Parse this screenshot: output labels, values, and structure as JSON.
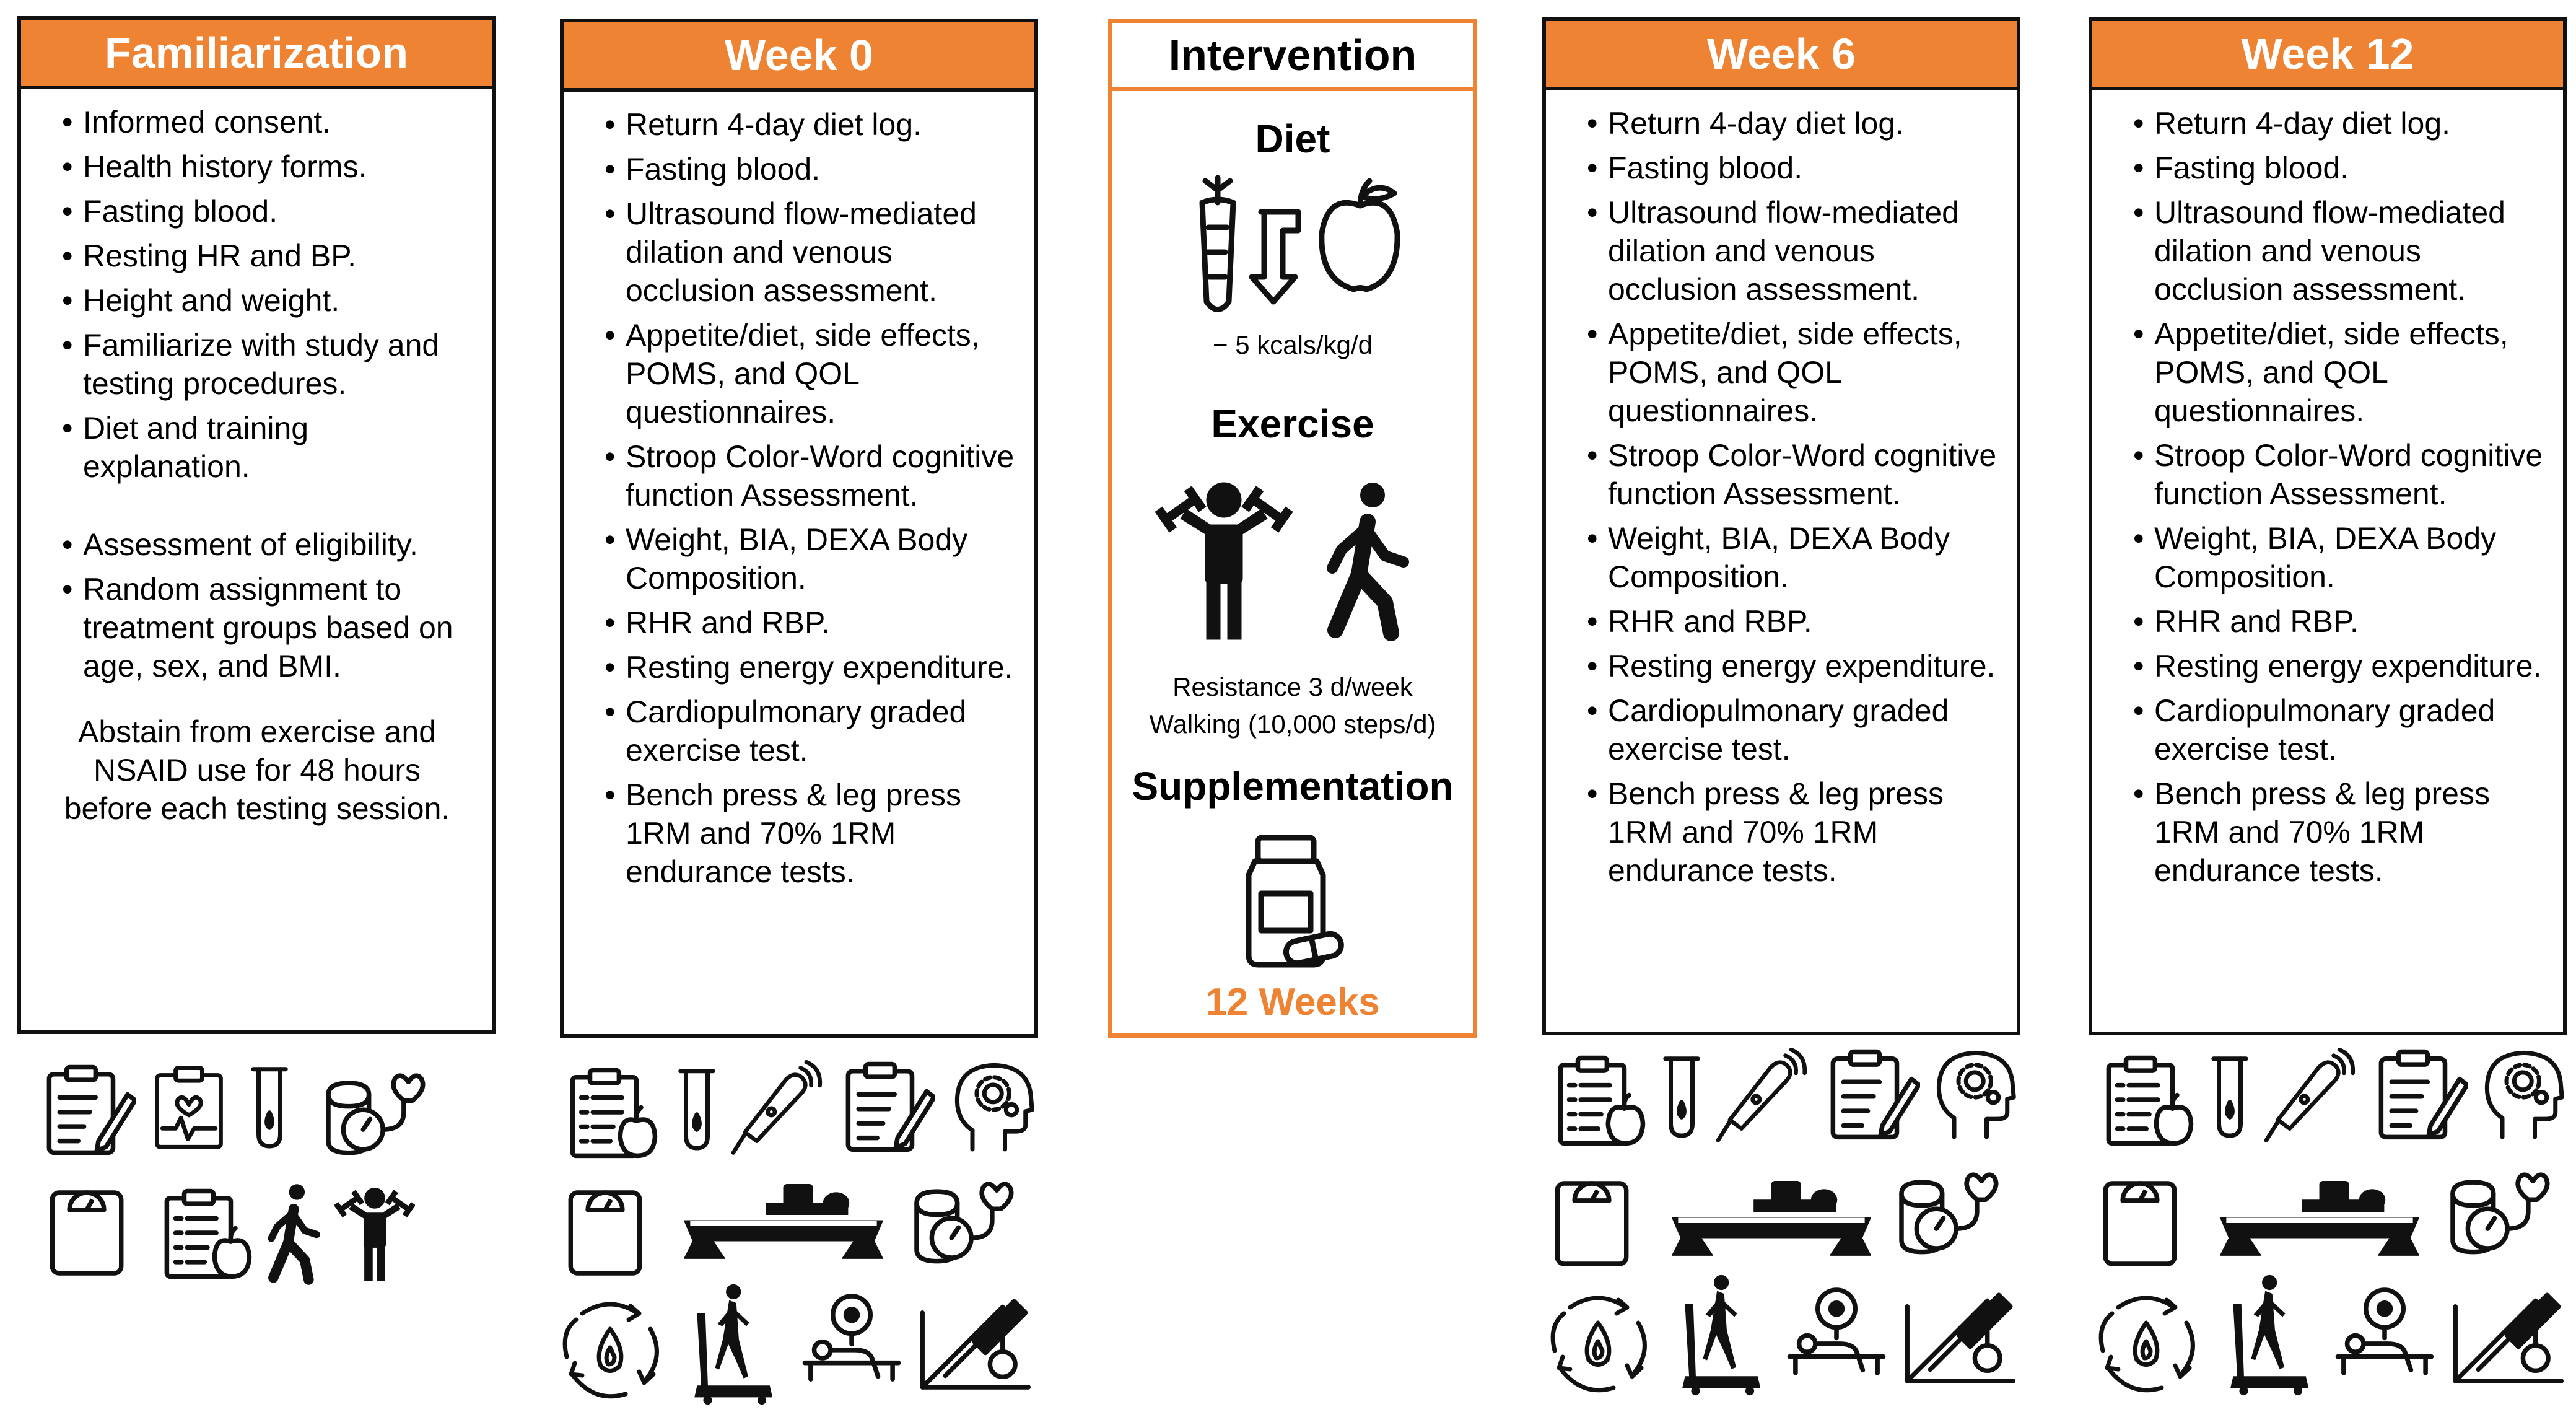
{
  "familiarization": {
    "title": "Familiarization",
    "items": [
      "Informed consent.",
      "Health history forms.",
      "Fasting blood.",
      "Resting HR and BP.",
      "Height and weight.",
      "Familiarize with study and testing procedures.",
      "Diet and training explanation."
    ],
    "items2": [
      "Assessment of eligibility.",
      "Random assignment to treatment groups based on age, sex, and BMI."
    ],
    "note": "Abstain from exercise and NSAID use for 48 hours before each testing session."
  },
  "week0": {
    "title": "Week 0",
    "items": [
      "Return 4-day diet log.",
      "Fasting blood.",
      "Ultrasound flow-mediated dilation and venous occlusion assessment.",
      "Appetite/diet, side effects, POMS, and QOL questionnaires.",
      "Stroop Color-Word cognitive function Assessment.",
      "Weight, BIA, DEXA Body Composition.",
      "RHR and RBP.",
      "Resting energy expenditure.",
      "Cardiopulmonary graded exercise test.",
      "Bench press & leg press 1RM and 70% 1RM endurance tests."
    ]
  },
  "intervention": {
    "title": "Intervention",
    "diet_label": "Diet",
    "diet_text": "− 5 kcals/kg/d",
    "exercise_label": "Exercise",
    "exercise_text1": "Resistance 3 d/week",
    "exercise_text2": "Walking (10,000 steps/d)",
    "supp_label": "Supplementation",
    "duration": "12 Weeks"
  },
  "week6": {
    "title": "Week 6",
    "items": [
      "Return 4-day diet log.",
      "Fasting blood.",
      "Ultrasound flow-mediated dilation and venous occlusion assessment.",
      "Appetite/diet, side effects, POMS, and QOL questionnaires.",
      "Stroop Color-Word cognitive function Assessment.",
      "Weight, BIA, DEXA Body Composition.",
      "RHR and RBP.",
      "Resting energy expenditure.",
      "Cardiopulmonary graded exercise test.",
      "Bench press & leg press 1RM and 70% 1RM endurance tests."
    ]
  },
  "week12": {
    "title": "Week 12",
    "items": [
      "Return 4-day diet log.",
      "Fasting blood.",
      "Ultrasound flow-mediated dilation and venous occlusion assessment.",
      "Appetite/diet, side effects, POMS, and QOL questionnaires.",
      "Stroop Color-Word cognitive function Assessment.",
      "Weight, BIA, DEXA Body Composition.",
      "RHR and RBP.",
      "Resting energy expenditure.",
      "Cardiopulmonary graded exercise test.",
      "Bench press & leg press 1RM and 70% 1RM endurance tests."
    ]
  },
  "colors": {
    "accent": "#ee8433",
    "border": "#111111"
  },
  "icons": {
    "familiarization": [
      "clipboard-pen-icon",
      "health-form-icon",
      "test-tube-icon",
      "blood-pressure-icon",
      "scale-icon",
      "diet-log-icon",
      "walking-icon",
      "dumbbell-person-icon"
    ],
    "testing": [
      "diet-log-icon",
      "test-tube-icon",
      "ultrasound-probe-icon",
      "clipboard-pen-icon",
      "brain-gear-icon",
      "scale-icon",
      "dexa-scanner-icon",
      "blood-pressure-icon",
      "energy-cycle-icon",
      "treadmill-icon",
      "bench-press-icon",
      "leg-press-icon"
    ]
  }
}
